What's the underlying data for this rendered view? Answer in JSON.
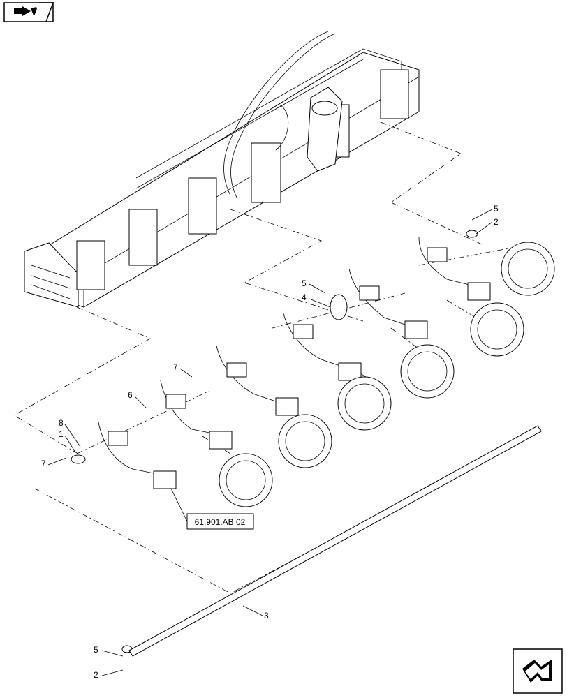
{
  "diagram": {
    "callouts": {
      "c1": "1",
      "c2a": "2",
      "c2b": "2",
      "c3": "3",
      "c4": "4",
      "c5a": "5",
      "c5b": "5",
      "c5c": "5",
      "c6": "6",
      "c7a": "7",
      "c7b": "7",
      "c8": "8"
    },
    "reference_box": "61.901.AB 02"
  },
  "icons": {
    "top_left": "page-back-icon",
    "bottom_right": "page-forward-icon"
  }
}
